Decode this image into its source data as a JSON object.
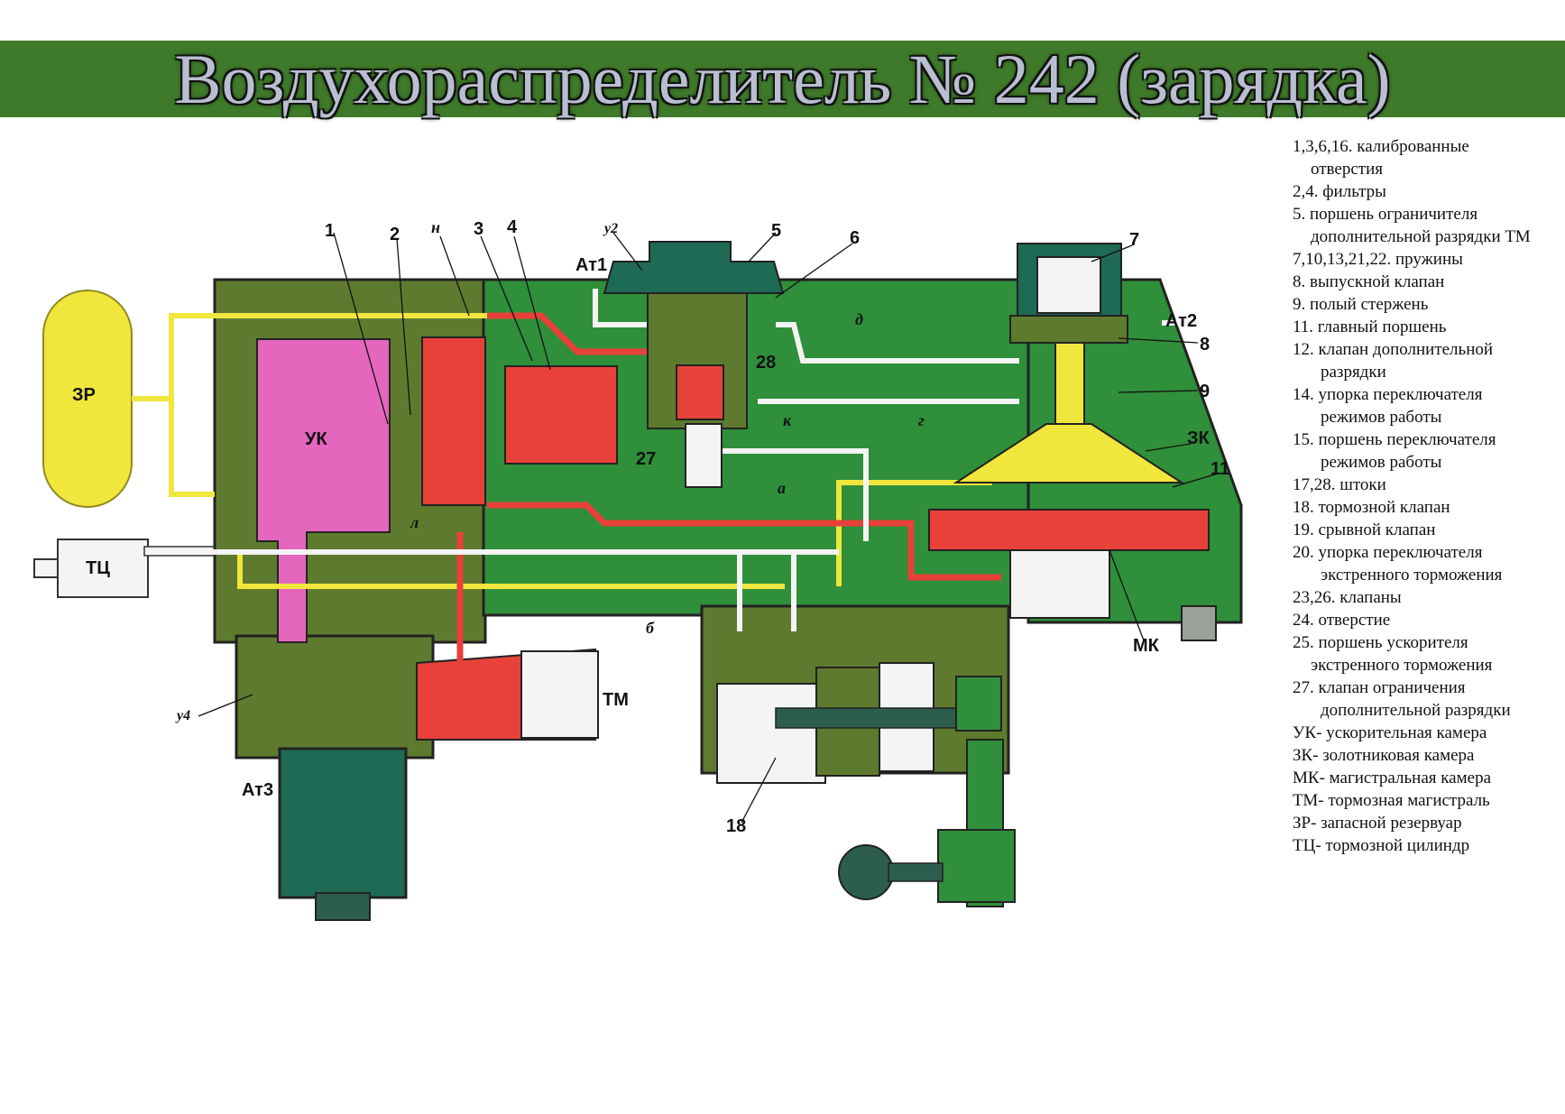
{
  "title": "Воздухораспределитель № 242 (зарядка)",
  "legend": [
    {
      "text": "1,3,6,16. калиброванные",
      "indent": 0
    },
    {
      "text": "отверстия",
      "indent": 1
    },
    {
      "text": "2,4. фильтры",
      "indent": 0
    },
    {
      "text": "5. поршень ограничителя",
      "indent": 0
    },
    {
      "text": "дополнительной разрядки ТМ",
      "indent": 1
    },
    {
      "text": "7,10,13,21,22. пружины",
      "indent": 0
    },
    {
      "text": "8. выпускной клапан",
      "indent": 0
    },
    {
      "text": "9. полый стержень",
      "indent": 0
    },
    {
      "text": "11. главный поршень",
      "indent": 0
    },
    {
      "text": "12. клапан дополнительной",
      "indent": 0
    },
    {
      "text": "разрядки",
      "indent": 2
    },
    {
      "text": "14. упорка переключателя",
      "indent": 0
    },
    {
      "text": "режимов работы",
      "indent": 2
    },
    {
      "text": "15. поршень переключателя",
      "indent": 0
    },
    {
      "text": "режимов работы",
      "indent": 2
    },
    {
      "text": "17,28. штоки",
      "indent": 0
    },
    {
      "text": "18. тормозной клапан",
      "indent": 0
    },
    {
      "text": "19. срывной клапан",
      "indent": 0
    },
    {
      "text": "20. упорка переключателя",
      "indent": 0
    },
    {
      "text": "экстренного торможения",
      "indent": 2
    },
    {
      "text": "23,26. клапаны",
      "indent": 0
    },
    {
      "text": "24. отверстие",
      "indent": 0
    },
    {
      "text": "25. поршень ускорителя",
      "indent": 0
    },
    {
      "text": "экстренного торможения",
      "indent": 1
    },
    {
      "text": "27. клапан ограничения",
      "indent": 0
    },
    {
      "text": "дополнительной разрядки",
      "indent": 2
    },
    {
      "text": "УК- ускорительная камера",
      "indent": 0
    },
    {
      "text": "ЗК- золотниковая камера",
      "indent": 0
    },
    {
      "text": "МК- магистральная камера",
      "indent": 0
    },
    {
      "text": "ТМ- тормозная магистраль",
      "indent": 0
    },
    {
      "text": " ЗР- запасной резервуар",
      "indent": 0
    },
    {
      "text": "ТЦ- тормозной цилиндр",
      "indent": 0
    }
  ],
  "diagram": {
    "chambers": {
      "zr": "ЗР",
      "uk": "УК",
      "tc": "ТЦ",
      "tm": "ТМ",
      "zk": "ЗК",
      "mk": "МК"
    },
    "numbers": {
      "n1": "1",
      "n2": "2",
      "n3": "3",
      "n4": "4",
      "n5": "5",
      "n6": "6",
      "n7": "7",
      "n8": "8",
      "n9": "9",
      "n11": "11",
      "n18": "18",
      "n27": "27",
      "n28": "28"
    },
    "letters": {
      "n": "н",
      "l": "л",
      "b": "б",
      "a": "а",
      "k": "к",
      "d": "д",
      "g": "г"
    },
    "atm": {
      "at1": "Ат1",
      "at2": "Ат2",
      "at3": "Ат3",
      "y2": "у2",
      "y4": "у4"
    }
  },
  "colors": {
    "title_bar": "#3f7a2a",
    "body_green": "#2f8f3a",
    "olive": "#5e7a2e",
    "dark_teal": "#1f6a55",
    "magenta": "#e466bd",
    "red": "#e8413a",
    "yellow": "#f0e63c",
    "white_channel": "#f4f4f4"
  }
}
